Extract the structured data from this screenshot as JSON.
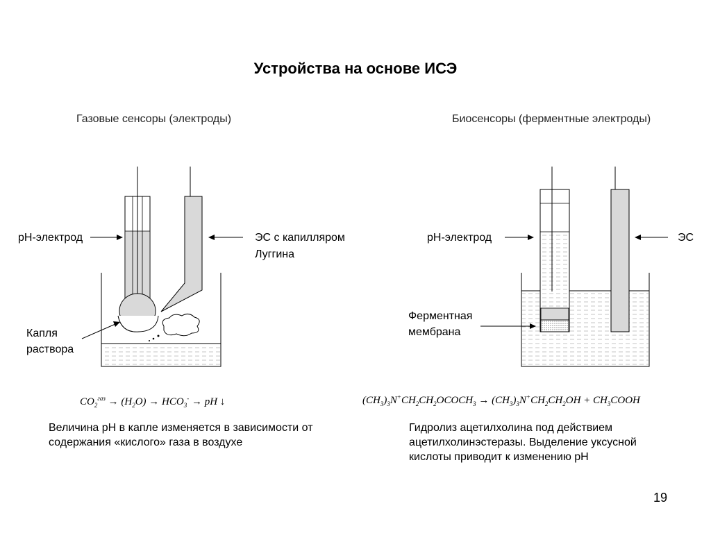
{
  "title": "Устройства на основе ИСЭ",
  "left": {
    "subtitle": "Газовые сенсоры (электроды)",
    "label_ph": "рН-электрод",
    "label_es_1": "ЭС с капилляром",
    "label_es_2": "Луггина",
    "label_drop_1": "Капля",
    "label_drop_2": "раствора",
    "equation": {
      "co2": "CO",
      "co2_sub": "2",
      "co2_sup": "газ",
      "arrow": "→",
      "h2o": "(H",
      "h2o_sub": "2",
      "h2o_end": "O)",
      "hco3": "HCO",
      "hco3_sub": "3",
      "hco3_sup": "-",
      "ph": "pH ↓"
    },
    "caption_1": "Величина  рН в капле изменяется в зависимости от",
    "caption_2": "содержания «кислого» газа в воздухе"
  },
  "right": {
    "subtitle": "Биосенсоры (ферментные электроды)",
    "label_ph": "рН-электрод",
    "label_es": "ЭС",
    "label_membrane_1": "Ферментная",
    "label_membrane_2": "мембрана",
    "equation": {
      "lhs": "(CH",
      "lhs_sub": "3",
      "lhs_close": ")",
      "lhs_close_sub": "3",
      "lhs_n": "N",
      "lhs_n_sup": "+",
      "lhs_rest": "CH",
      "lhs_rest_sub1": "2",
      "lhs_rest2": "CH",
      "lhs_rest_sub2": "2",
      "lhs_rest3": "OCOCH",
      "lhs_rest_sub3": "3",
      "arrow": "→",
      "rhs": "(CH",
      "rhs_sub": "3",
      "rhs_close": ")",
      "rhs_close_sub": "3",
      "rhs_n": "N",
      "rhs_n_sup": "+",
      "rhs_rest": "CH",
      "rhs_rest_sub1": "2",
      "rhs_rest2": "CH",
      "rhs_rest_sub2": "2",
      "rhs_rest3": "OH + CH",
      "rhs_rest_sub3": "3",
      "rhs_rest4": "COOH"
    },
    "caption_1": "Гидролиз ацетилхолина под действием",
    "caption_2": "ацетилхолинэстеразы. Выделение уксусной",
    "caption_3": "кислоты приводит к изменению рН"
  },
  "page_number": "19",
  "colors": {
    "glass_fill": "#d9d9d9",
    "line": "#000000",
    "liquid_dash": "#bbbbbb"
  }
}
